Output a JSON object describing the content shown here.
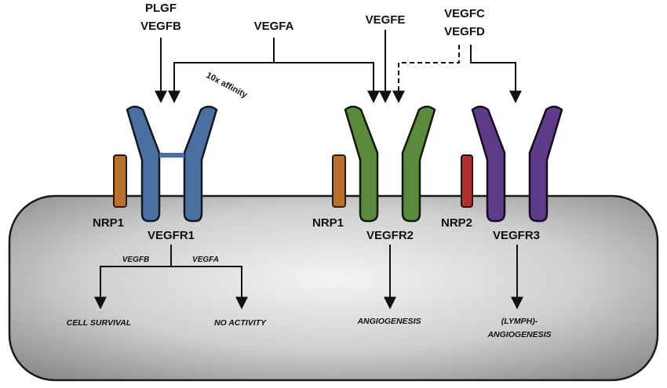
{
  "ligands": {
    "plgf": "PLGF",
    "vegfb": "VEGFB",
    "vegfa": "VEGFA",
    "vegfe": "VEGFE",
    "vegfc": "VEGFC",
    "vegfd": "VEGFD"
  },
  "affinity_note": "10x affinity",
  "receptors": {
    "vegfr1": "VEGFR1",
    "vegfr2": "VEGFR2",
    "vegfr3": "VEGFR3"
  },
  "coreceptors": {
    "nrp1_left": "NRP1",
    "nrp1_middle": "NRP1",
    "nrp2": "NRP2"
  },
  "branches": {
    "vegfb": "VEGFB",
    "vegfa": "VEGFA"
  },
  "outcomes": {
    "cell_survival": "CELL SURVIVAL",
    "no_activity": "NO ACTIVITY",
    "angiogenesis": "ANGIOGENESIS",
    "lymph_line1": "(LYMPH)-",
    "lymph_line2": "ANGIOGENESIS"
  },
  "colors": {
    "vegfr1": "#4a6fa0",
    "vegfr2": "#5c8a3c",
    "vegfr3": "#5e3c88",
    "nrp1": "#b8702e",
    "nrp2": "#b03030",
    "cell": "#c9c9c9"
  }
}
